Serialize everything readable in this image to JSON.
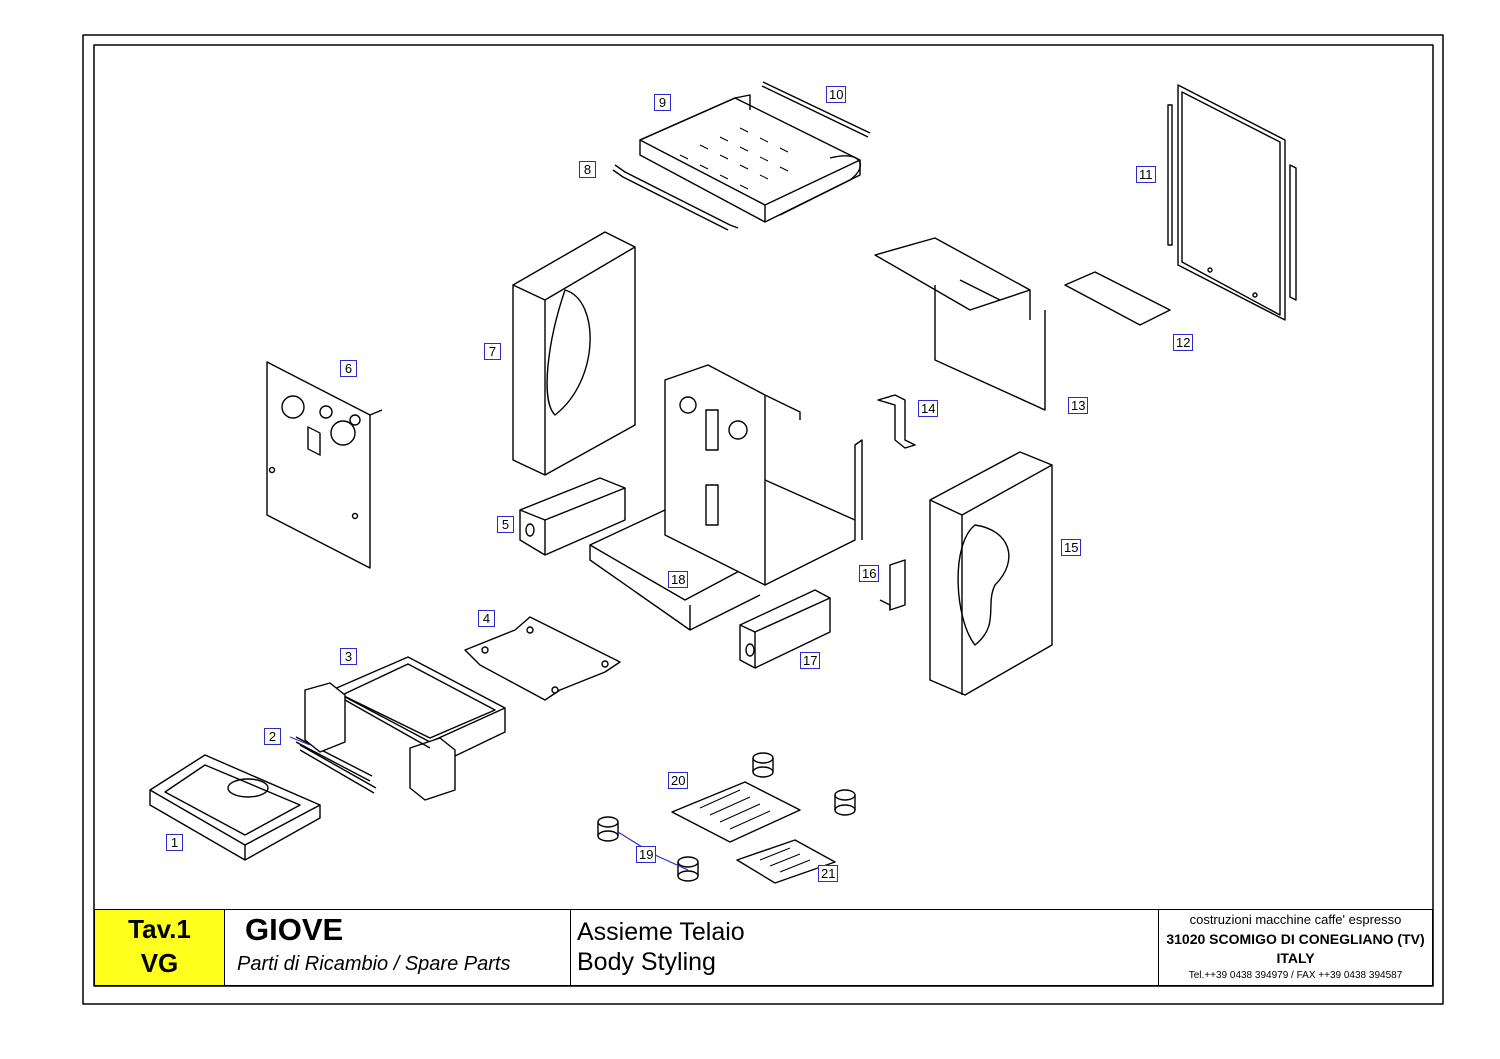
{
  "drawing": {
    "callouts": [
      "1",
      "2",
      "3",
      "4",
      "5",
      "6",
      "7",
      "8",
      "9",
      "10",
      "11",
      "12",
      "13",
      "14",
      "15",
      "16",
      "17",
      "18",
      "19",
      "20",
      "21"
    ]
  },
  "title_block": {
    "tav": "Tav.1",
    "code": "VG",
    "model": "GIOVE",
    "subtitle": "Parti di Ricambio / Spare Parts",
    "desc_it": "Assieme Telaio",
    "desc_en": "Body Styling",
    "maker_line1": "costruzioni macchine caffe' espresso",
    "maker_line2": "31020 SCOMIGO DI CONEGLIANO (TV)",
    "maker_line3": "ITALY",
    "maker_line4": "Tel.++39 0438 394979 / FAX ++39 0438 394587"
  },
  "colors": {
    "tav_background": "#ffff1e",
    "callout_border": "#2a2ad0",
    "line": "#000000"
  }
}
